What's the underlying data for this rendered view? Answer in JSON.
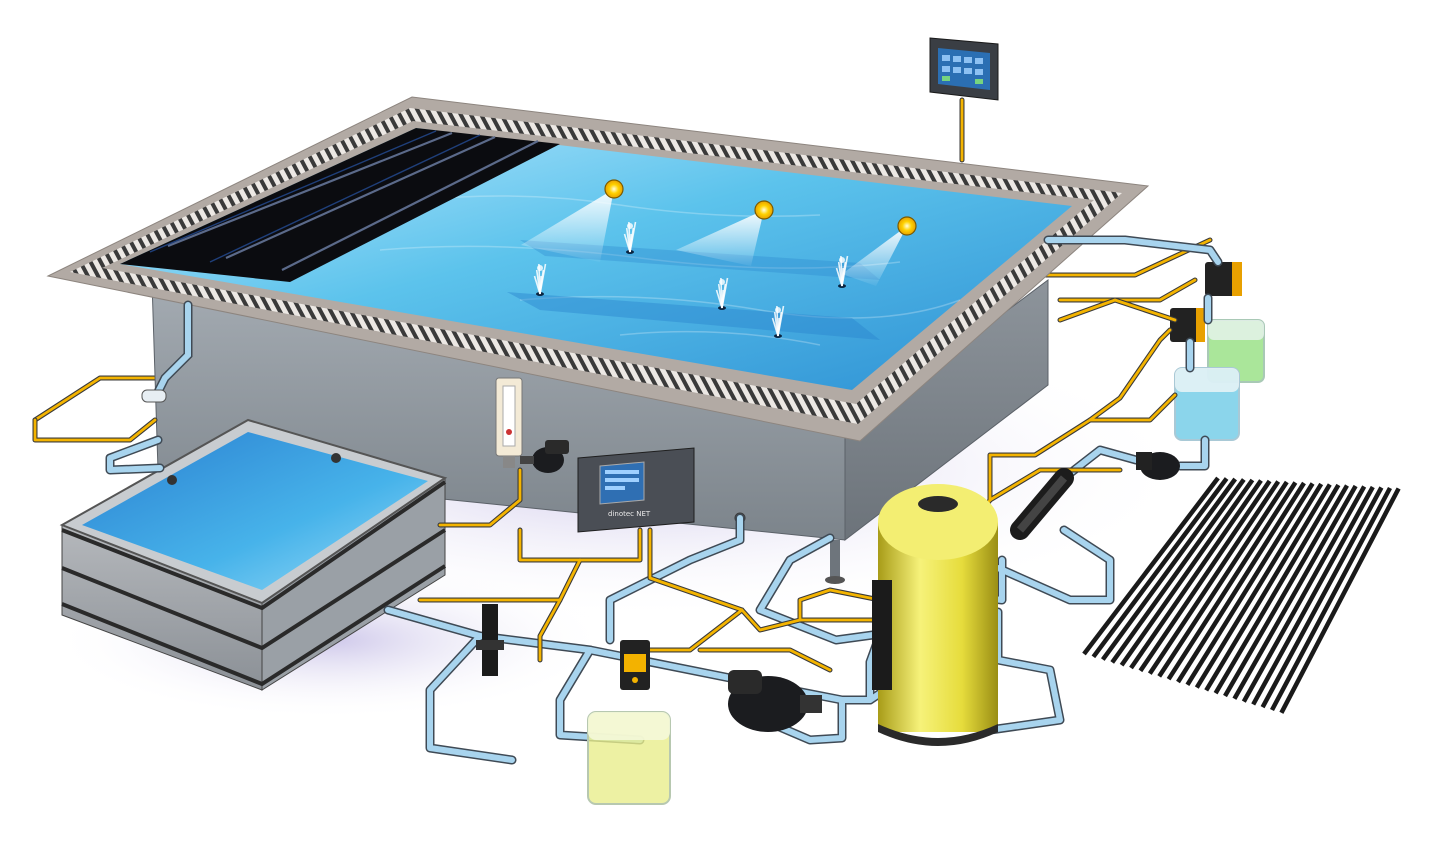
{
  "diagram": {
    "components": [
      {
        "id": "pool-basin",
        "icon": "overflow-pool"
      },
      {
        "id": "overflow-grating",
        "icon": "grating"
      },
      {
        "id": "pool-cover",
        "icon": "cover-slats"
      },
      {
        "id": "underwater-lights",
        "icon": "light",
        "count": 3
      },
      {
        "id": "floor-jets",
        "icon": "jet",
        "count": 5
      },
      {
        "id": "touch-control-panel",
        "icon": "touch-screen"
      },
      {
        "id": "balance-tank",
        "icon": "tank"
      },
      {
        "id": "sand-filter",
        "icon": "filter-vessel"
      },
      {
        "id": "circulation-pump",
        "icon": "pump"
      },
      {
        "id": "heat-pump-circuit-pump",
        "icon": "pump"
      },
      {
        "id": "wall-pump",
        "icon": "pump"
      },
      {
        "id": "flow-meter",
        "icon": "flow-meter"
      },
      {
        "id": "dosing-controller",
        "icon": "controller"
      },
      {
        "id": "uv-reactor",
        "icon": "uv-unit"
      },
      {
        "id": "heating-mat",
        "icon": "heat-exchanger"
      },
      {
        "id": "dosing-pumps",
        "icon": "dosing-pump",
        "count": 3
      },
      {
        "id": "chemical-canisters",
        "icon": "canister",
        "count": 3
      }
    ],
    "controller_brand_label": "dinotec NET"
  },
  "colors": {
    "water": "#5cc3ec",
    "water_deep": "#1f86cc",
    "pipe": "#a8d4ee",
    "pipe_outline": "#3f4a55",
    "cable": "#f4b400",
    "concrete": "#8f969d",
    "grating": "#b2aaa4",
    "filter": "#eae44a",
    "device": "#2a2d31",
    "liquid_green": "#8dde78",
    "liquid_blue": "#6ecbe6",
    "liquid_yellow": "#e9ee8c",
    "light": "#ffd200"
  }
}
